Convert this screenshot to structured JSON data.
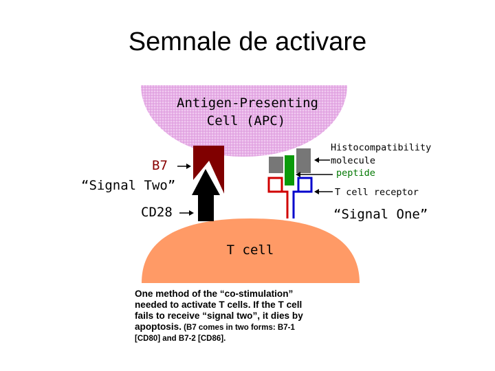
{
  "title": "Semnale de activare",
  "diagram": {
    "apc_label_line1": "Antigen-Presenting",
    "apc_label_line2": "Cell (APC)",
    "b7_label": "B7",
    "signal_two_label": "“Signal Two”",
    "cd28_label": "CD28",
    "mhc_label_line1": "Histocompatibility",
    "mhc_label_line2": "molecule",
    "peptide_label": "peptide",
    "tcr_label": "T cell receptor",
    "signal_one_label": "“Signal One”",
    "t_cell_label": "T cell",
    "colors": {
      "apc": "#e4a8e4",
      "t_cell": "#ff9a66",
      "b7": "#800000",
      "mhc": "#777777",
      "peptide": "#0a9a0a",
      "tcr_red": "#d00000",
      "tcr_blue": "#0000cc",
      "b7_label": "#880000",
      "peptide_label": "#007700"
    }
  },
  "caption": {
    "line1": "One method of the “co-stimulation”",
    "line2": "needed to activate T cells. If the T cell",
    "line3": "fails to receive “signal  two”, it dies by",
    "line4_main": "apoptosis.",
    "line4_small": " (B7 comes in two forms: B7-1",
    "line5": "[CD80] and B7-2 [CD86]."
  }
}
